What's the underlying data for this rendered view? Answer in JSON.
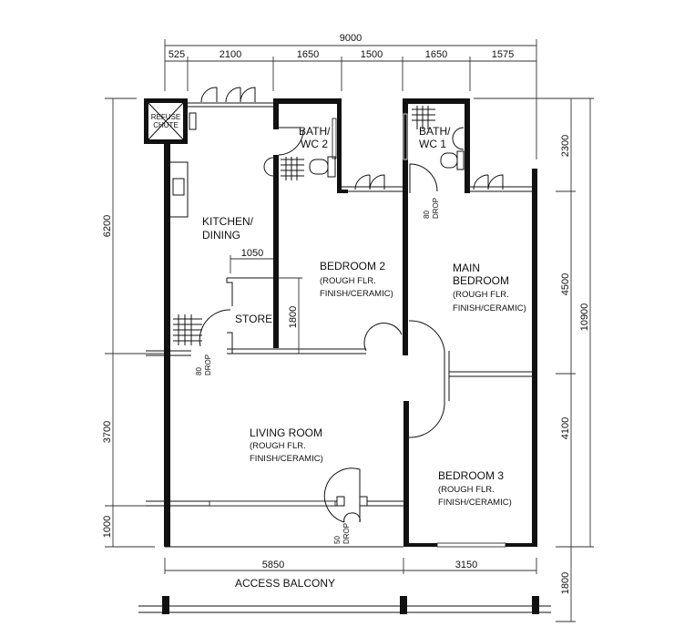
{
  "title": "Floor Plan",
  "dimensions": {
    "top_total": "9000",
    "top_segments": [
      "525",
      "2100",
      "1650",
      "1500",
      "1650",
      "1575"
    ],
    "left": [
      "6200",
      "3700",
      "1000"
    ],
    "right": [
      "2300",
      "4500",
      "4100",
      "1800"
    ],
    "right_total": "10900",
    "bottom": [
      "5850",
      "3150"
    ],
    "store_width": "1050",
    "store_depth": "1800"
  },
  "rooms": {
    "refuse_chute": [
      "REFUSE",
      "CHUTE"
    ],
    "bath2": [
      "BATH/",
      "WC  2"
    ],
    "bath1": [
      "BATH/",
      "WC  1"
    ],
    "kitchen": [
      "KITCHEN/",
      "DINING"
    ],
    "store": "STORE",
    "bedroom2": [
      "BEDROOM  2",
      "(ROUGH  FLR.",
      "FINISH/CERAMIC)"
    ],
    "main_bedroom": [
      "MAIN",
      "BEDROOM",
      "(ROUGH  FLR.",
      "FINISH/CERAMIC)"
    ],
    "living_room": [
      "LIVING  ROOM",
      "(ROUGH  FLR.",
      "FINISH/CERAMIC)"
    ],
    "bedroom3": [
      "BEDROOM  3",
      "(ROUGH  FLR.",
      "FINISH/CERAMIC)"
    ],
    "access_balcony": "ACCESS  BALCONY"
  },
  "drops": {
    "bath1": [
      "80",
      "DROP"
    ],
    "kitchen": [
      "80",
      "DROP"
    ],
    "entrance": [
      "50",
      "DROP"
    ]
  }
}
